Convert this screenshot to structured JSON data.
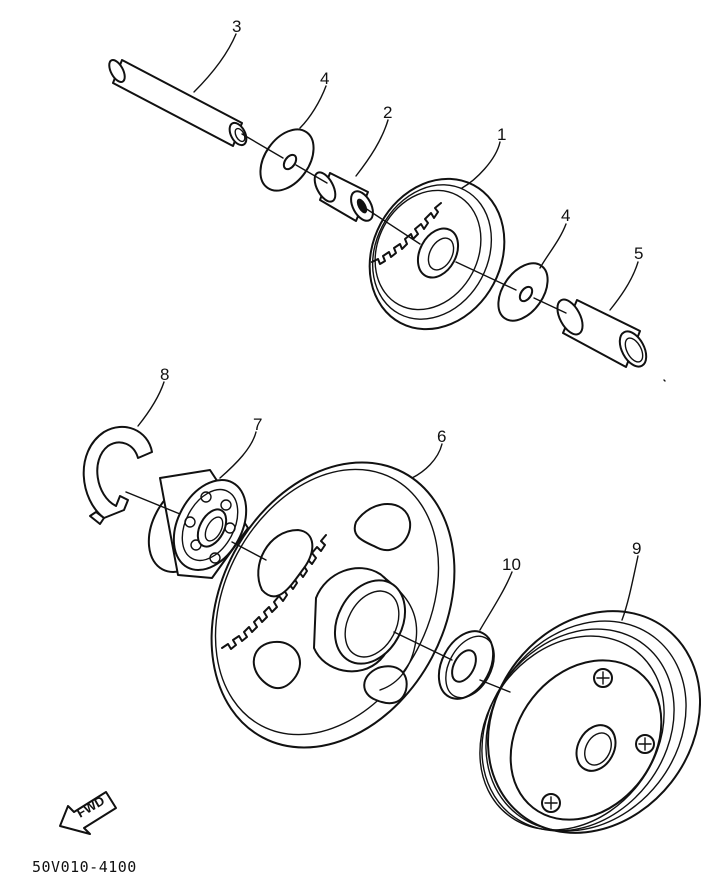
{
  "diagram": {
    "part_labels": {
      "p1": "1",
      "p2": "2",
      "p3": "3",
      "p4a": "4",
      "p4b": "4",
      "p5": "5",
      "p6": "6",
      "p7": "7",
      "p8": "8",
      "p9": "9",
      "p10": "10"
    },
    "direction_label": "FWD",
    "drawing_code": "50V010-4100"
  }
}
